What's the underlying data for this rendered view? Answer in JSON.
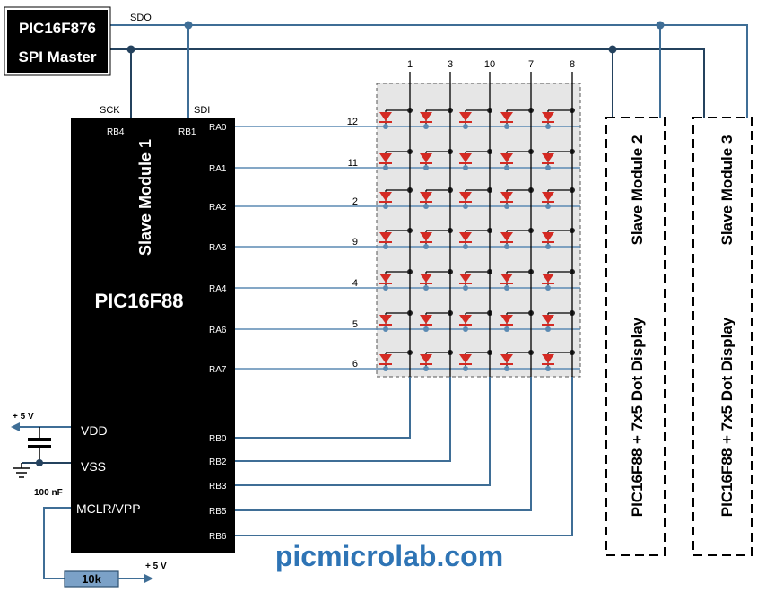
{
  "master": {
    "line1": "PIC16F876",
    "line2": "SPI Master"
  },
  "bus_labels": {
    "sdo": "SDO",
    "sck": "SCK",
    "sdi": "SDI"
  },
  "slave1": {
    "title": "Slave Module 1",
    "chip": "PIC16F88",
    "pin_rb4": "RB4",
    "pin_rb1": "RB1",
    "left_pins": [
      "VDD",
      "VSS",
      "MCLR/VPP"
    ],
    "right_pins_top": [
      "RA0",
      "RA1",
      "RA2",
      "RA3",
      "RA4",
      "RA6",
      "RA7"
    ],
    "right_pins_bottom": [
      "RB0",
      "RB2",
      "RB3",
      "RB5",
      "RB6"
    ]
  },
  "matrix": {
    "row_pin_numbers": [
      "12",
      "11",
      "2",
      "9",
      "4",
      "5",
      "6"
    ],
    "col_pin_numbers": [
      "1",
      "3",
      "10",
      "7",
      "8"
    ],
    "colors": {
      "led": "#d42a23",
      "background": "#e6e6e6",
      "row_wire": "#5b8ab3"
    }
  },
  "power": {
    "vplus_top": "+ 5 V",
    "cap": "100 nF",
    "resistor": "10k",
    "vplus_bottom": "+ 5 V"
  },
  "slave2": {
    "title": "Slave Module 2",
    "subtitle": "PIC16F88 + 7x5 Dot Display"
  },
  "slave3": {
    "title": "Slave Module 3",
    "subtitle": "PIC16F88 + 7x5 Dot Display"
  },
  "watermark": "picmicrolab.com",
  "colors": {
    "bus": "#3f6e96",
    "bus_dark": "#24425e",
    "watermark": "#2e74b5"
  }
}
